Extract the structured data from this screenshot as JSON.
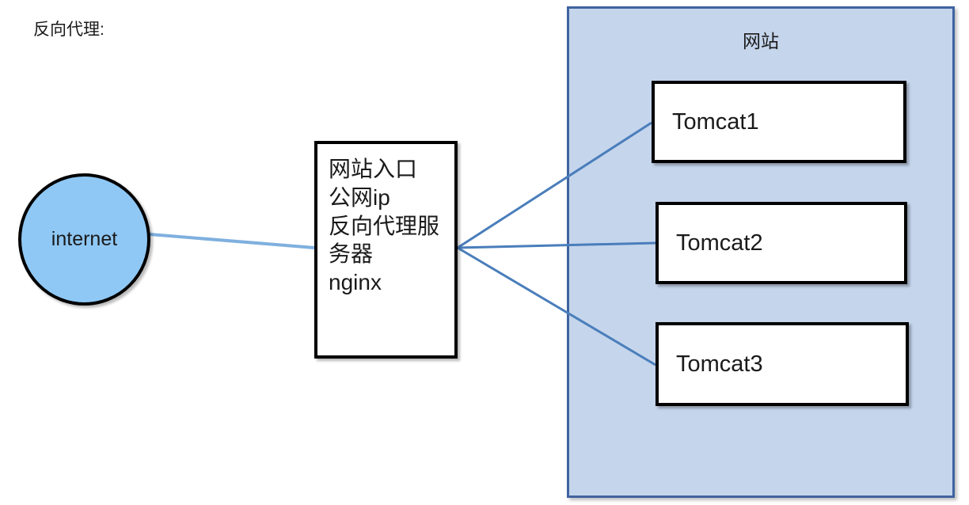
{
  "diagram": {
    "caption": "反向代理:",
    "client": {
      "id": "internet-node",
      "label": "internet",
      "shape": "circle",
      "fill": "#8FC8F5",
      "stroke": "#000000"
    },
    "proxy": {
      "id": "proxy-node",
      "label": "网站入口\n公网ip\n反向代理服务器\nnginx",
      "shape": "rectangle",
      "fill": "#FFFFFF",
      "stroke": "#000000"
    },
    "site_panel": {
      "id": "site-panel",
      "title": "网站",
      "fill": "#C5D5EC",
      "stroke": "#3F63A0"
    },
    "backends": [
      {
        "id": "tomcat-1",
        "label": "Tomcat1",
        "fill": "#FFFFFF",
        "stroke": "#000000"
      },
      {
        "id": "tomcat-2",
        "label": "Tomcat2",
        "fill": "#FFFFFF",
        "stroke": "#000000"
      },
      {
        "id": "tomcat-3",
        "label": "Tomcat3",
        "fill": "#FFFFFF",
        "stroke": "#000000"
      }
    ],
    "edges": [
      {
        "id": "edge-internet-proxy",
        "from": "internet-node",
        "to": "proxy-node",
        "color": "#6A9BD1"
      },
      {
        "id": "edge-proxy-tomcat1",
        "from": "proxy-node",
        "to": "tomcat-1",
        "color": "#4A7EBB"
      },
      {
        "id": "edge-proxy-tomcat2",
        "from": "proxy-node",
        "to": "tomcat-2",
        "color": "#4A7EBB"
      },
      {
        "id": "edge-proxy-tomcat3",
        "from": "proxy-node",
        "to": "tomcat-3",
        "color": "#4A7EBB"
      }
    ]
  }
}
